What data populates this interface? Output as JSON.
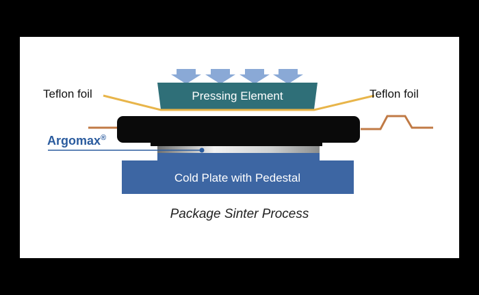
{
  "diagram": {
    "teflon_left": "Teflon foil",
    "teflon_right": "Teflon foil",
    "pressing_element": "Pressing Element",
    "argomax_name": "Argomax",
    "argomax_mark": "®",
    "cold_plate": "Cold Plate with Pedestal",
    "caption": "Package Sinter Process"
  },
  "colors": {
    "pressing": "#2f6f78",
    "arrows": "#8aa9d6",
    "foil": "#e8b54a",
    "cold_plate": "#3d66a3",
    "argomax_text": "#2a5b9e",
    "lead": "#c07a45",
    "package": "#0a0a0a"
  }
}
